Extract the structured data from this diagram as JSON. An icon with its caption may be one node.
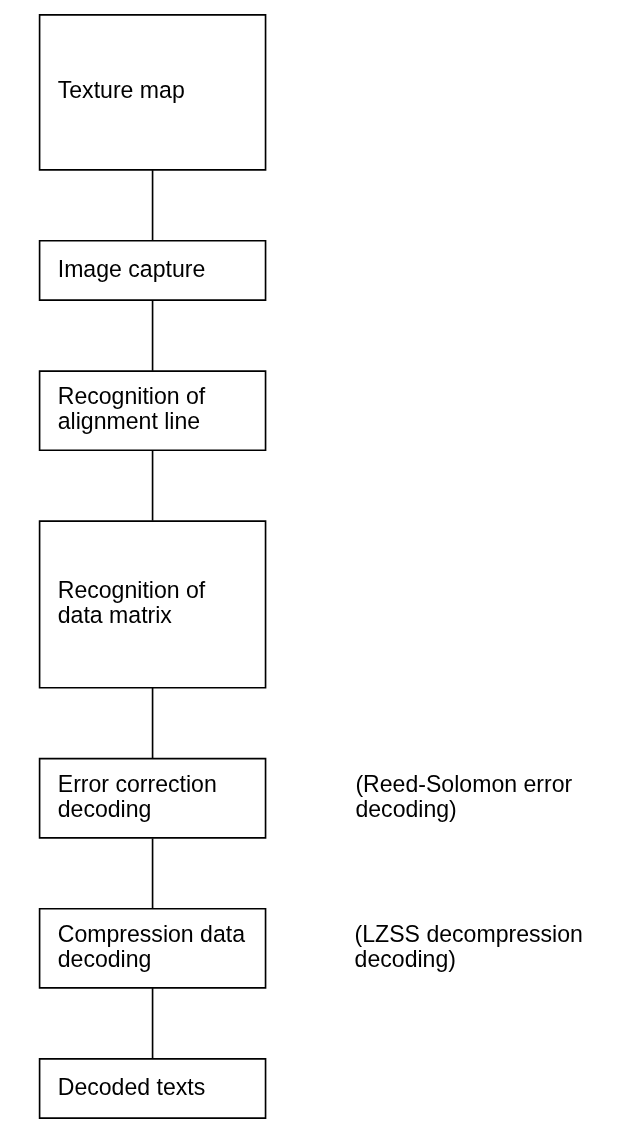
{
  "diagram": {
    "nodes": [
      {
        "text": [
          "Texture map"
        ]
      },
      {
        "text": [
          "Image capture"
        ]
      },
      {
        "text": [
          "Recognition of alignment line"
        ]
      },
      {
        "text": [
          "Recognition of data matrix"
        ]
      },
      {
        "text": [
          "Error correction decoding"
        ],
        "beside": [
          "(Reed-Solomon error decoding)"
        ]
      },
      {
        "text": [
          "Compression data decoding"
        ],
        "beside": [
          "(LZSS decompression decoding)"
        ]
      },
      {
        "text": [
          "Decoded texts"
        ]
      }
    ],
    "edges": [
      {
        "from": 0,
        "to": 1,
        "arrow": "none"
      },
      {
        "from": 1,
        "to": 2,
        "arrow": "none"
      },
      {
        "from": 2,
        "to": 3,
        "arrow": "none"
      },
      {
        "from": 3,
        "to": 4,
        "arrow": "none"
      },
      {
        "from": 4,
        "to": 5,
        "arrow": "none"
      },
      {
        "from": 5,
        "to": 6,
        "arrow": "none"
      }
    ]
  }
}
